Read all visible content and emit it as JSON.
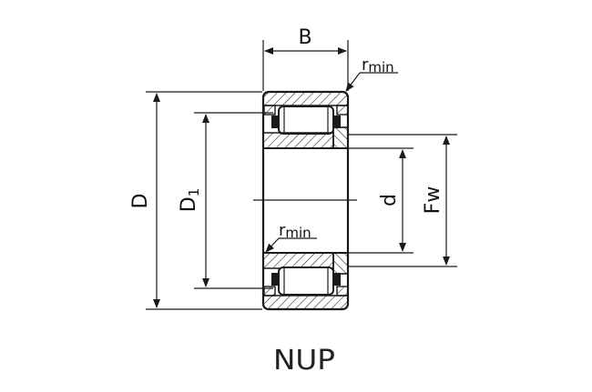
{
  "labels": {
    "width": "B",
    "outer_diameter": "D",
    "outer_ring_raceway_diameter": "D1",
    "outer_ring_raceway_diameter_main": "D",
    "outer_ring_raceway_diameter_sub": "1",
    "bore_diameter": "d",
    "roller_underside_diameter": "Fw",
    "chamfer_top": "rmin",
    "chamfer_top_r": "r",
    "chamfer_top_sub": "min",
    "chamfer_mid_r": "r",
    "chamfer_mid_sub": "min"
  },
  "caption": "NUP",
  "colors": {
    "line": "#1a1a1a",
    "hatch": "#1a1a1a",
    "roller_fill": "#ffffff",
    "background": "#ffffff"
  }
}
